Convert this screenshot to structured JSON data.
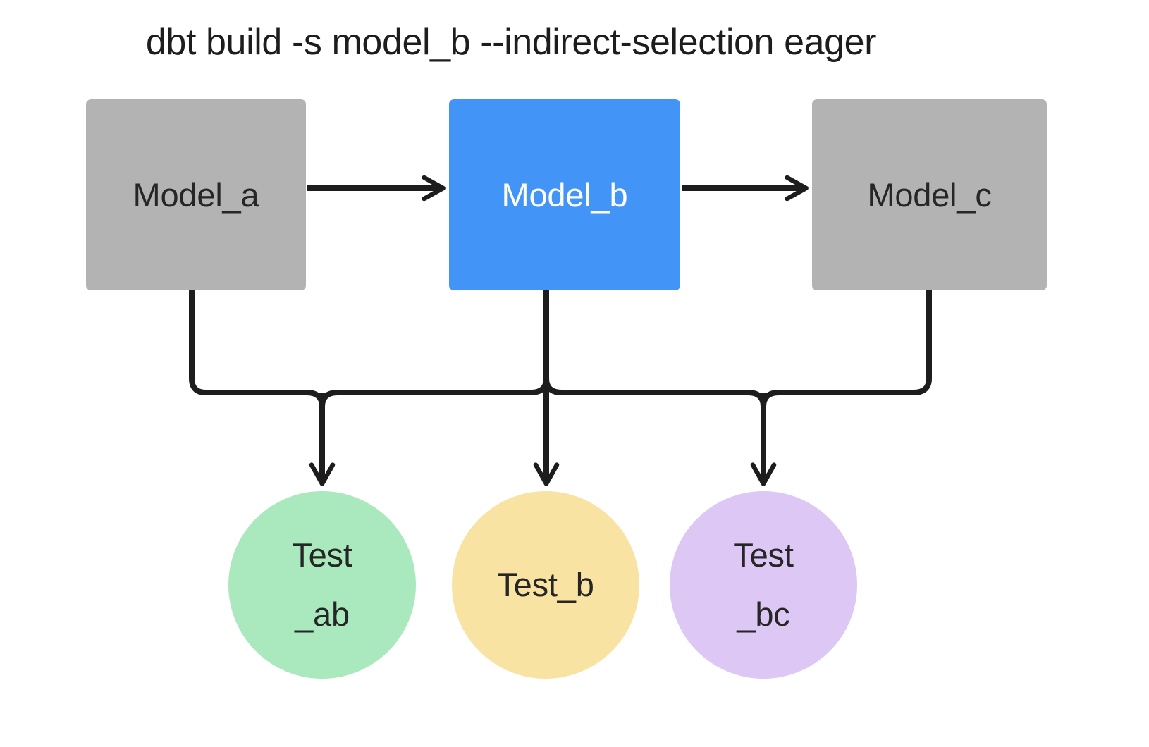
{
  "title": "dbt build -s model_b --indirect-selection eager",
  "colors": {
    "background": "#ffffff",
    "model_default": "#b3b3b3",
    "model_selected": "#4294f7",
    "model_text": "#262626",
    "model_selected_text": "#ffffff",
    "test_ab": "#aae9bd",
    "test_b": "#f9e3a2",
    "test_bc": "#dcc7f5",
    "edge": "#1d1d1d"
  },
  "models": [
    {
      "id": "model_a",
      "label": "Model_a",
      "state": "unselected"
    },
    {
      "id": "model_b",
      "label": "Model_b",
      "state": "selected"
    },
    {
      "id": "model_c",
      "label": "Model_c",
      "state": "unselected"
    }
  ],
  "tests": [
    {
      "id": "test_ab",
      "label": "Test_ab",
      "line1": "Test",
      "line2": "_ab",
      "color": "#aae9bd"
    },
    {
      "id": "test_b",
      "label": "Test_b",
      "line1": "Test_b",
      "line2": "",
      "color": "#f9e3a2"
    },
    {
      "id": "test_bc",
      "label": "Test_bc",
      "line1": "Test",
      "line2": "_bc",
      "color": "#dcc7f5"
    }
  ],
  "edges": [
    {
      "from": "model_a",
      "to": "model_b",
      "kind": "arrow"
    },
    {
      "from": "model_b",
      "to": "model_c",
      "kind": "arrow"
    },
    {
      "from": "model_a",
      "to": "test_ab",
      "kind": "arrow"
    },
    {
      "from": "model_b",
      "to": "test_ab",
      "kind": "arrow"
    },
    {
      "from": "model_b",
      "to": "test_b",
      "kind": "arrow"
    },
    {
      "from": "model_b",
      "to": "test_bc",
      "kind": "arrow"
    },
    {
      "from": "model_c",
      "to": "test_bc",
      "kind": "arrow"
    }
  ]
}
